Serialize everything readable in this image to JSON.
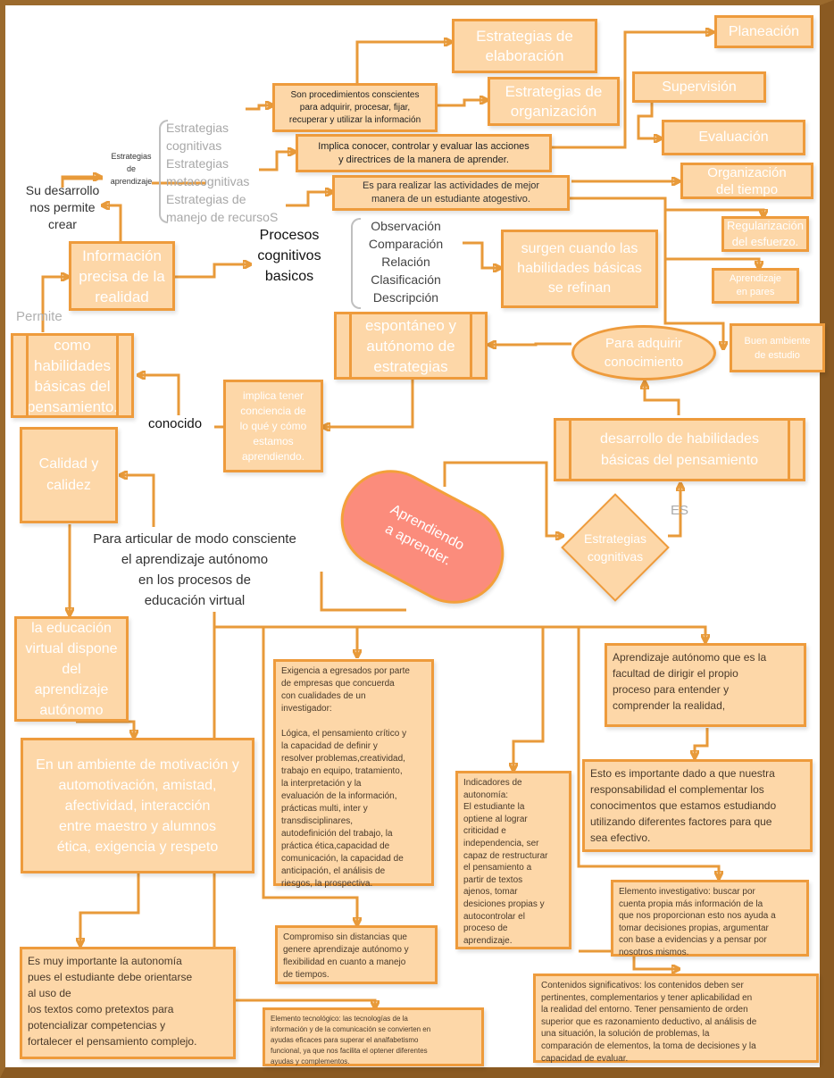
{
  "nodes": {
    "elaboracion": "Estrategias de\nelaboración",
    "organizacion": "Estrategias de\norganización",
    "planeacion": "Planeación",
    "supervision": "Supervisión",
    "evaluacion": "Evaluación",
    "procedimientos": "Son procedimientos conscientes\npara adquirir, procesar, fijar,\nrecuperar y utilizar la información",
    "implica_conocer": "Implica conocer, controlar y evaluar las acciones\ny directrices de la manera de aprender.",
    "es_para": "Es para realizar las actividades de mejor\nmanera de un estudiante atogestivo.",
    "org_tiempo": "Organización\ndel tiempo",
    "regularizacion": "Regularización\ndel esfuerzo.",
    "aprendizaje_pares": "Aprendizaje\nen pares",
    "buen_ambiente": "Buen ambiente\nde estudio",
    "estrategias_aprendizaje": "Estrategias\nde\naprendizaje",
    "tipos_estrategias": "Estrategias\ncognitivas\nEstrategias\nmetacognitivas\nEstrategias de\nmanejo de recursoS",
    "su_desarrollo": "Su desarrollo\nnos permite\ncrear",
    "info_precisa": "Información\nprecisa de la\nrealidad",
    "procesos_cognitivos": "Procesos\ncognitivos\nbasicos",
    "lista_procesos": "Observación\nComparación\nRelación\nClasificación\nDescripción",
    "surgen": "surgen cuando las\nhabilidades básicas\nse refinan",
    "permite": "Permite",
    "como_habilidades": "como\nhabilidades\nbásicas del\npensamiento.",
    "espontaneo": "espontáneo y\nautónomo de\nestrategias",
    "adquirir": "Para adquirir\nconocimiento",
    "conocido": "conocido",
    "implica_tener": "implica tener\nconciencia de\nlo qué y cómo\nestamos\naprendiendo.",
    "desarrollo_habilidades": "desarrollo de habilidades\nbásicas del pensamiento",
    "calidad": "Calidad y\ncalidez",
    "aprendiendo": "Aprendiendo\na aprender.",
    "estrategias_cognitivas": "Estrategias\ncognitivas",
    "es": "ES",
    "articular": "Para articular de modo consciente\nel aprendizaje autónomo\nen los procesos de\neducación virtual",
    "educacion_virtual": "la educación\nvirtual dispone\ndel\naprendizaje\nautónomo",
    "ambiente": "En un ambiente de motivación y\nautomotivación, amistad,\nafectividad, interacción\nentre maestro y alumnos\nética, exigencia y respeto",
    "muy_importante": "Es muy importante la autonomía\npues el estudiante debe orientarse\nal uso de\nlos textos como pretextos para\npotencializar competencias y\nfortalecer el pensamiento complejo.",
    "exigencia": "Exigencia a egresados por parte\nde empresas que concuerda\ncon cualidades de un\ninvestigador:\n\nLógica, el pensamiento crítico y\nla capacidad de definir y\nresolver problemas,creatividad,\ntrabajo en equipo, tratamiento,\nla interpretación y la\nevaluación de la información,\nprácticas multi, inter y\ntransdisciplinares,\nautodefinición del trabajo, la\npráctica ética,capacidad de\ncomunicación, la capacidad de\nanticipación, el análisis de\nriesgos, la prospectiva.",
    "compromiso": "Compromiso sin distancias que\ngenere aprendizaje autónomo y\nflexibilidad en cuanto a manejo\nde tiempos.",
    "tecnologico": "Elemento tecnológico: las tecnologías de la\ninformación y de la comunicación  se convierten en\nayudas eficaces para superar el analfabetismo\nfuncional, ya que nos facilita el  optener  diferentes\nayudas y complementos.",
    "indicadores": "Indicadores de\nautonomía:\nEl estudiante la\noptiene al lograr\ncriticidad e\nindependencia, ser\ncapaz de restructurar\nel pensamiento a\npartir de textos\najenos, tomar\ndesiciones propias  y\nautocontrolar el\nproceso de\naprendizaje.",
    "aprendizaje_autonomo": "Aprendizaje autónomo que es la\nfacultad de dirigir el propio\nproceso para entender y\ncomprender la realidad,",
    "esto_importante": "Esto es importante dado a que nuestra\nresponsabilidad el complementar los\nconocimentos que estamos estudiando\nutilizando diferentes factores para que\nsea efectivo.",
    "investigativo": "Elemento investigativo: buscar por\ncuenta propia más información de la\nque nos proporcionan esto nos ayuda a\ntomar decisiones propias, argumentar\ncon base a evidencias y a pensar por\nnosotros mismos.",
    "significativos": "Contenidos significativos: los contenidos deben ser\npertinentes, complementarios y tener aplicabilidad en\nla realidad del entorno. Tener pensamiento de orden\nsuperior que es razonamiento deductivo, al análisis de\nuna situación, la solución de problemas, la\ncomparación de elementos, la toma de decisiones y  la\ncapacidad de evaluar."
  },
  "colors": {
    "box_fill": "#fdd7a8",
    "box_border": "#ee9b3c",
    "connector": "#e89a3a",
    "central_fill": "#fb8c7c",
    "frame": "#8a5a22"
  }
}
